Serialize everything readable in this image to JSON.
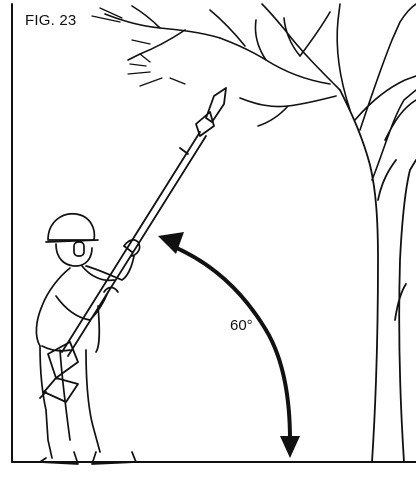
{
  "figure": {
    "label": "FIG. 23",
    "angle_text": "60°"
  },
  "colors": {
    "line": "#111111",
    "background": "#ffffff"
  },
  "icons": {
    "arrow": "double-headed-curved-arrow"
  }
}
